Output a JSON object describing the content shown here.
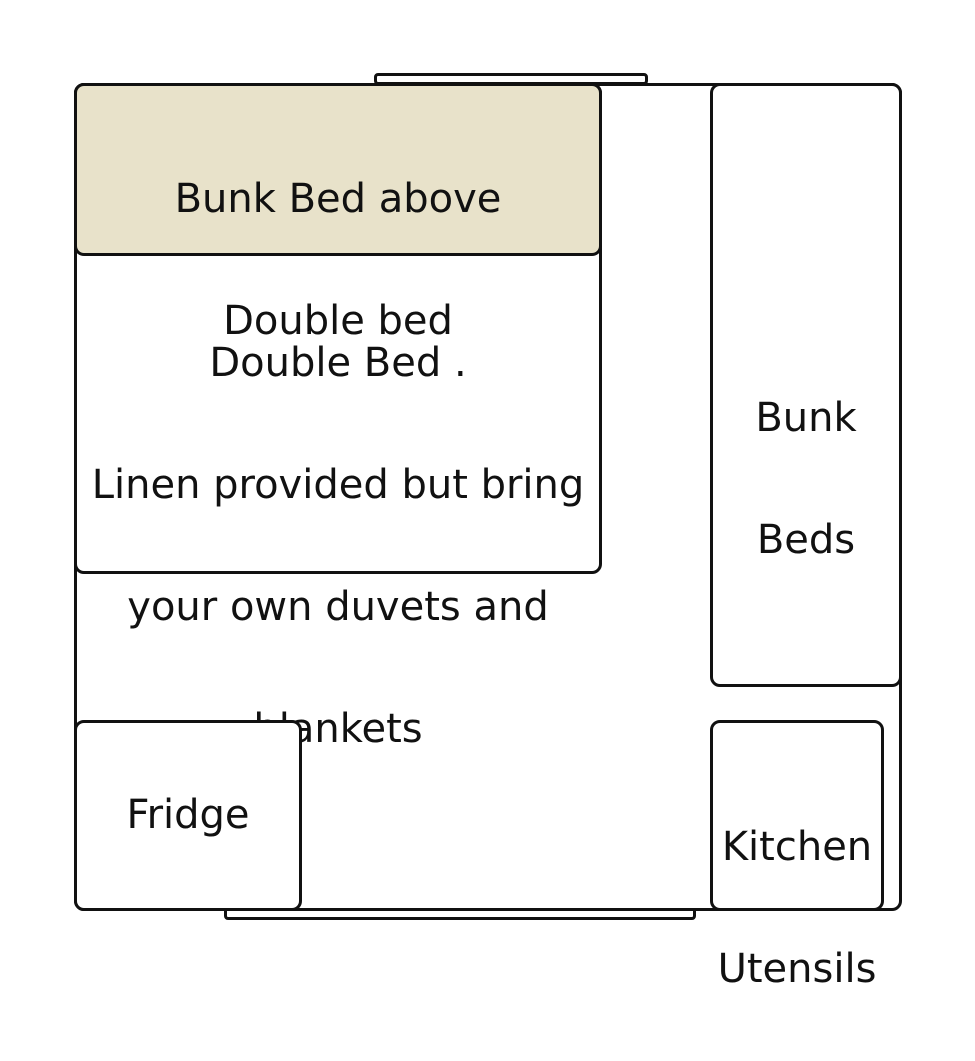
{
  "floor_plan": {
    "bunk_above_double": {
      "line1": "Bunk Bed above",
      "line2": "Double bed",
      "fill_color": "#e8e2ca"
    },
    "double_bed": {
      "line1": "Double Bed .",
      "line2": "Linen provided but bring",
      "line3": "your own duvets and",
      "line4": "blankets"
    },
    "bunk_beds": {
      "line1": "Bunk",
      "line2": "Beds"
    },
    "fridge": {
      "label": "Fridge"
    },
    "kitchen_utensils": {
      "line1": "Kitchen",
      "line2": "Utensils"
    }
  }
}
